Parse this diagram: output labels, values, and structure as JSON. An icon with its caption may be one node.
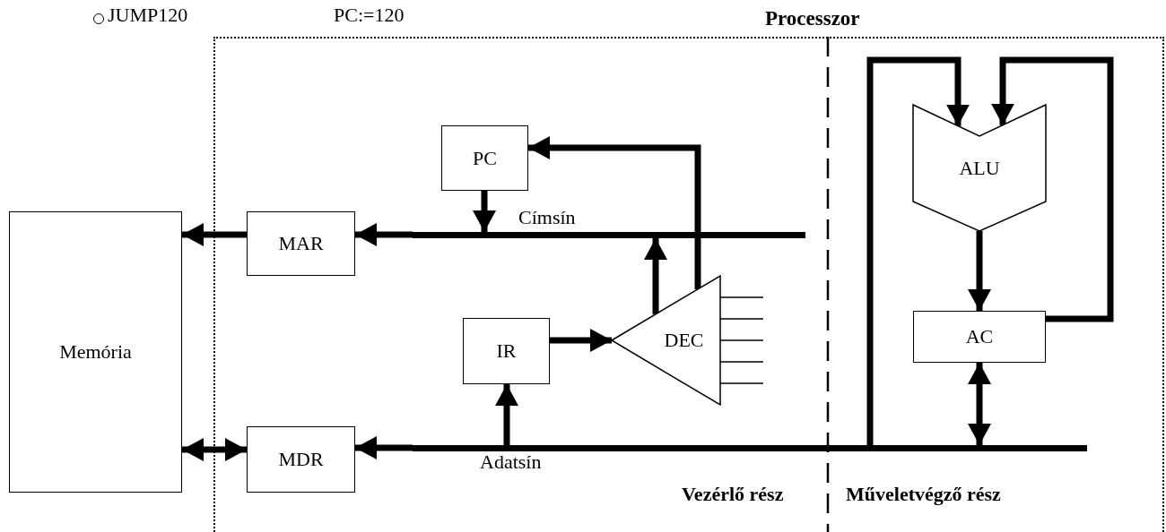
{
  "diagram": {
    "nodes": [
      {
        "text": [
          "Processzor"
        ]
      },
      {
        "text": [
          "Memória"
        ]
      },
      {
        "text": [
          "MAR"
        ],
        "in": 0
      },
      {
        "text": [
          "PC"
        ],
        "in": 0
      },
      {
        "text": [
          "IR"
        ],
        "in": 0
      },
      {
        "text": [
          "MDR"
        ],
        "in": 0
      },
      {
        "text": [
          "DEC"
        ],
        "in": 0
      },
      {
        "text": [
          "ALU"
        ],
        "in": 0
      },
      {
        "text": [
          "AC"
        ],
        "in": 0
      },
      {
        "text": [],
        "shape": "bar",
        "in": 0,
        "beside": [
          "Címsín"
        ]
      },
      {
        "text": [],
        "shape": "bar",
        "in": 0,
        "beside": [
          "Adatsín"
        ]
      }
    ],
    "edges": [
      {
        "from": 2,
        "to": 1,
        "arrow": "to"
      },
      {
        "from": 5,
        "to": 1,
        "arrow": "both"
      },
      {
        "from": 9,
        "to": 2,
        "arrow": "to"
      },
      {
        "from": 3,
        "to": 9,
        "arrow": "to"
      },
      {
        "from": 6,
        "to": 9,
        "arrow": "to"
      },
      {
        "from": 6,
        "to": 3,
        "arrow": "to"
      },
      {
        "from": 4,
        "to": 6,
        "arrow": "to"
      },
      {
        "from": 10,
        "to": 4,
        "arrow": "to"
      },
      {
        "from": 10,
        "to": 5,
        "arrow": "to"
      },
      {
        "from": 7,
        "to": 8,
        "arrow": "to"
      },
      {
        "from": 8,
        "to": 10,
        "arrow": "both"
      },
      {
        "from": 10,
        "to": 7,
        "arrow": "to"
      },
      {
        "from": 8,
        "to": 7,
        "arrow": "to"
      }
    ],
    "labels": [
      "JUMP120",
      "PC:=120",
      "Vezérlő rész",
      "Műveletvégző rész"
    ]
  }
}
